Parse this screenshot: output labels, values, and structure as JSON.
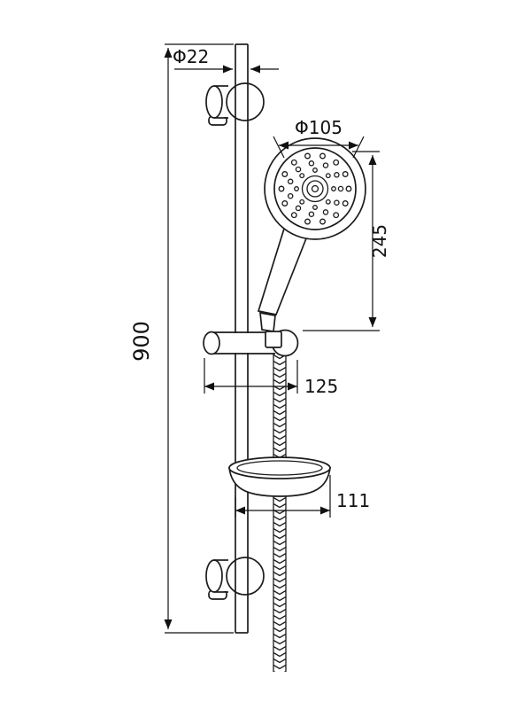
{
  "colors": {
    "line": "#1c1c1c",
    "text": "#111111",
    "background": "#ffffff"
  },
  "dimensions": {
    "rail_diameter": "Φ22",
    "head_diameter": "Φ105",
    "overall_height": "900",
    "head_to_holder_height": "245",
    "holder_offset": "125",
    "soap_dish_offset": "111"
  }
}
